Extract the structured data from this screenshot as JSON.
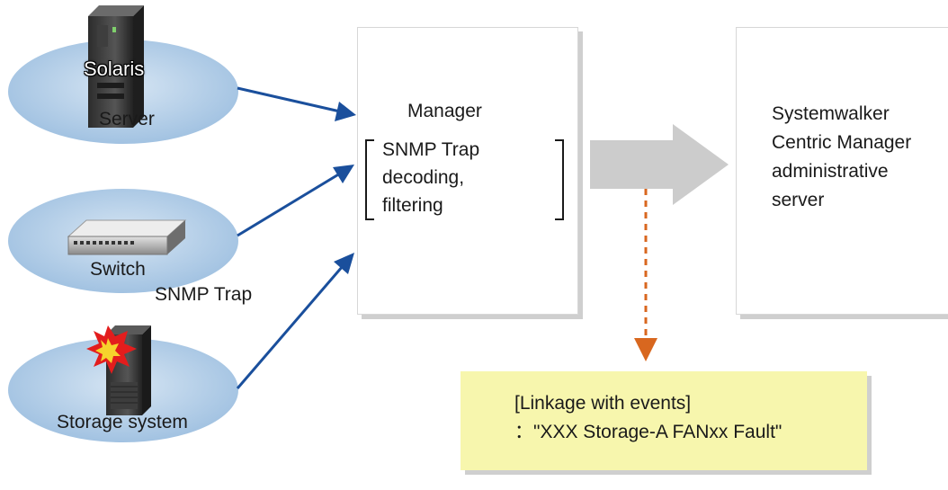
{
  "nodes": {
    "server": {
      "os_label": "Solaris",
      "label": "Server"
    },
    "switch": {
      "label": "Switch"
    },
    "storage": {
      "label": "Storage system"
    }
  },
  "edge_label": "SNMP Trap",
  "manager": {
    "title": "Manager",
    "lines": [
      "SNMP Trap",
      "decoding,",
      "filtering"
    ]
  },
  "admin_server": {
    "lines": [
      "Systemwalker",
      "Centric Manager",
      "administrative",
      "server"
    ]
  },
  "event_note": {
    "line1": "[Linkage with events]",
    "line2": "：\"XXX Storage-A FANxx Fault\""
  },
  "colors": {
    "ellipse": "#a9c6e3",
    "arrow_blue": "#1a4f9c",
    "arrow_gray": "#cccccc",
    "arrow_orange": "#d8671f",
    "note_bg": "#f7f6ad"
  }
}
